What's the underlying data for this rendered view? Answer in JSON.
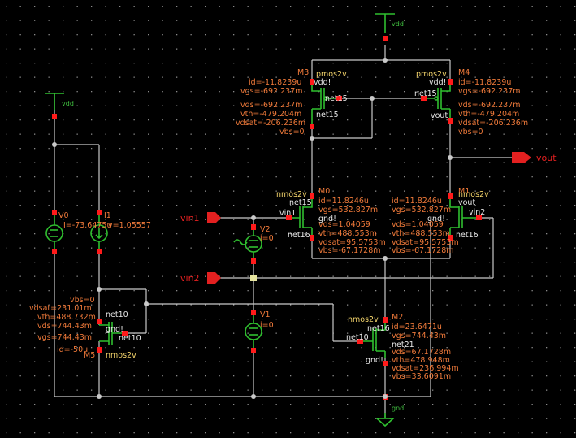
{
  "colors": {
    "background": "#000000",
    "wire": "#c9c9c9",
    "symbol": "#2fbf2f",
    "pin": "#ff1a1a",
    "param": "#f07a3a",
    "netlabel": "#f2d36b",
    "port": "#e32020"
  },
  "supplies": {
    "vdd_top": "vdd",
    "vdd_left": "vdd",
    "gnd": "gnd"
  },
  "ports": {
    "vin1": "vin1",
    "vin2": "vin2",
    "vout": "vout"
  },
  "M3": {
    "inst": "M3",
    "model": "pmos2v",
    "id": "id=-11.8239u",
    "vgs": "vgs=-692.237m",
    "vds": "vds=-692.237m",
    "vth": "vth=-479.204m",
    "vdsat": "vdsat=-206.236m",
    "vbs": "vbs=0",
    "bulk": "vdd!",
    "gate": "net15",
    "drain": "net15"
  },
  "M4": {
    "inst": "M4",
    "model": "pmos2v",
    "id": "id=-11.8239u",
    "vgs": "vgs=-692.237m",
    "vds": "vds=-692.237m",
    "vth": "vth=-479.204m",
    "vdsat": "vdsat=-206.236m",
    "vbs": "vbs=0",
    "bulk": "vdd!",
    "gate": "net15",
    "drain": "vout"
  },
  "M0": {
    "inst": "M0",
    "model": "nmos2v",
    "id": "id=11.8246u",
    "vgs": "vgs=532.827m",
    "vds": "vds=1.04059",
    "vth": "vth=488.553m",
    "vdsat": "vdsat=95.5753m",
    "vbs": "vbs=-67.1728m",
    "drain": "net15",
    "gate": "vin1",
    "bulk": "gnd!",
    "source": "net16"
  },
  "M1": {
    "inst": "M1",
    "model": "nmos2v",
    "id": "id=11.8246u",
    "vgs": "vgs=532.827m",
    "vds": "vds=1.04059",
    "vth": "vth=488.553m",
    "vdsat": "vdsat=95.5753m",
    "vbs": "vbs=-67.1728m",
    "drain": "vout",
    "gate": "vin2",
    "bulk": "gnd!",
    "source": "net16"
  },
  "M2": {
    "inst": "M2",
    "model": "nmos2v",
    "id": "id=23.6471u",
    "vgs": "vgs=744.43m",
    "vds": "vds=67.1728m",
    "vth": "vth=478.948m",
    "vdsat": "vdsat=236.994m",
    "vbs": "vbs=33.6091m",
    "drain": "net16",
    "gate": "net10",
    "bulk": "gnd!",
    "source": "net21"
  },
  "M5": {
    "inst": "M5",
    "model": "nmos2v",
    "vbs": "vbs=0",
    "vdsat": "vdsat=231.01m",
    "vth": "vth=488.732m",
    "vds": "vds=744.43m",
    "vgs": "vgs=744.43m",
    "id": "id=-50u",
    "drain": "net10",
    "bulk": "gnd!",
    "gate": "net10"
  },
  "V0": {
    "inst": "V0",
    "value": "I=-73.6475u"
  },
  "I1": {
    "inst": "I1",
    "value": "v=1.05557"
  },
  "V2": {
    "inst": "V2",
    "value": "i=0"
  },
  "V1": {
    "inst": "V1",
    "value": "i=0"
  }
}
